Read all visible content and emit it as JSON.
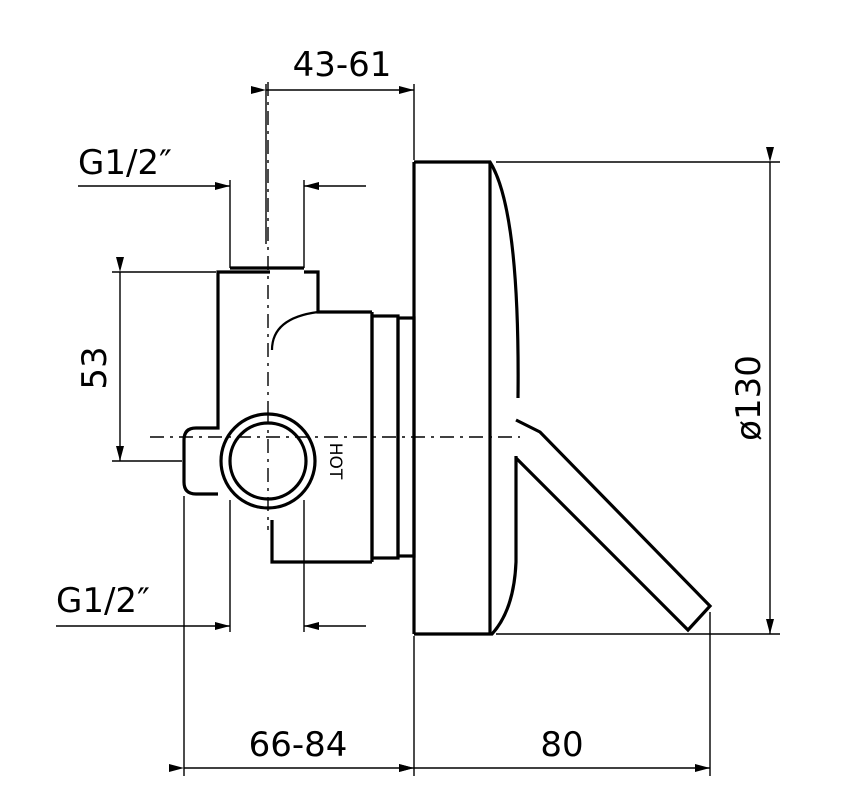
{
  "dimensions": {
    "top_span": "43-61",
    "inlet_top": "G1/2″",
    "inlet_bottom": "G1/2″",
    "height": "53",
    "diameter": "ø130",
    "bottom_left": "66-84",
    "bottom_right": "80"
  },
  "annotations": {
    "hot": "HOT"
  }
}
